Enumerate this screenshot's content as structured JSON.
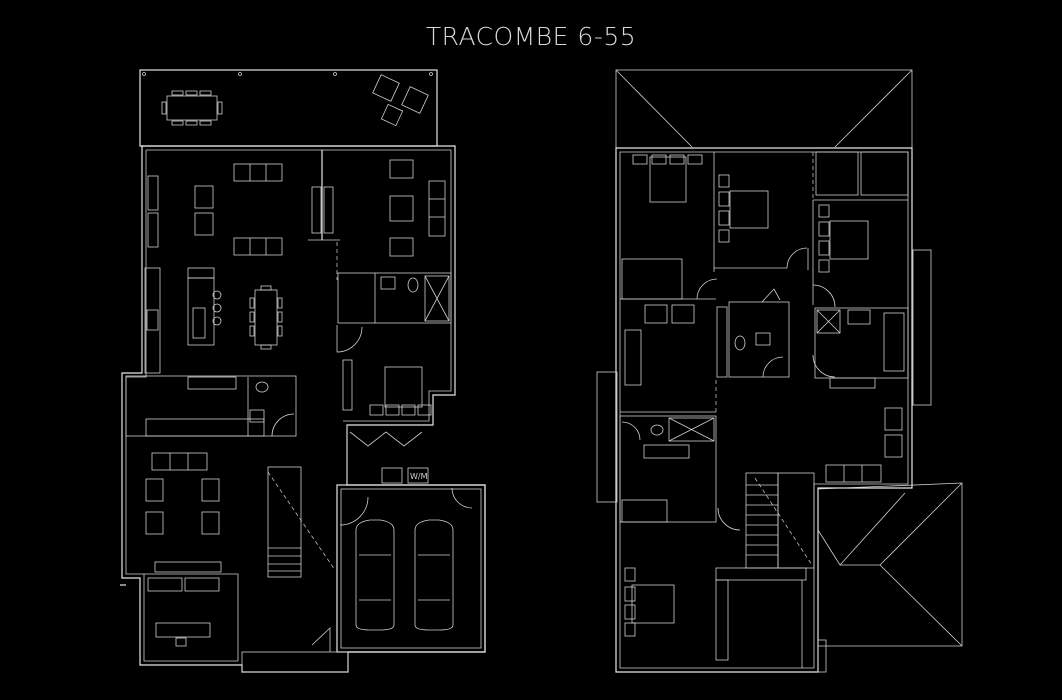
{
  "title": "TRACOMBE 6-55",
  "ground_floor": {
    "name": "ground-floor-plan",
    "labels": {
      "washing_machine": "W/M"
    }
  },
  "first_floor": {
    "name": "first-floor-plan"
  },
  "colors": {
    "background": "#000000",
    "lines": "#e6e6e6",
    "title": "#d9d9d9"
  }
}
